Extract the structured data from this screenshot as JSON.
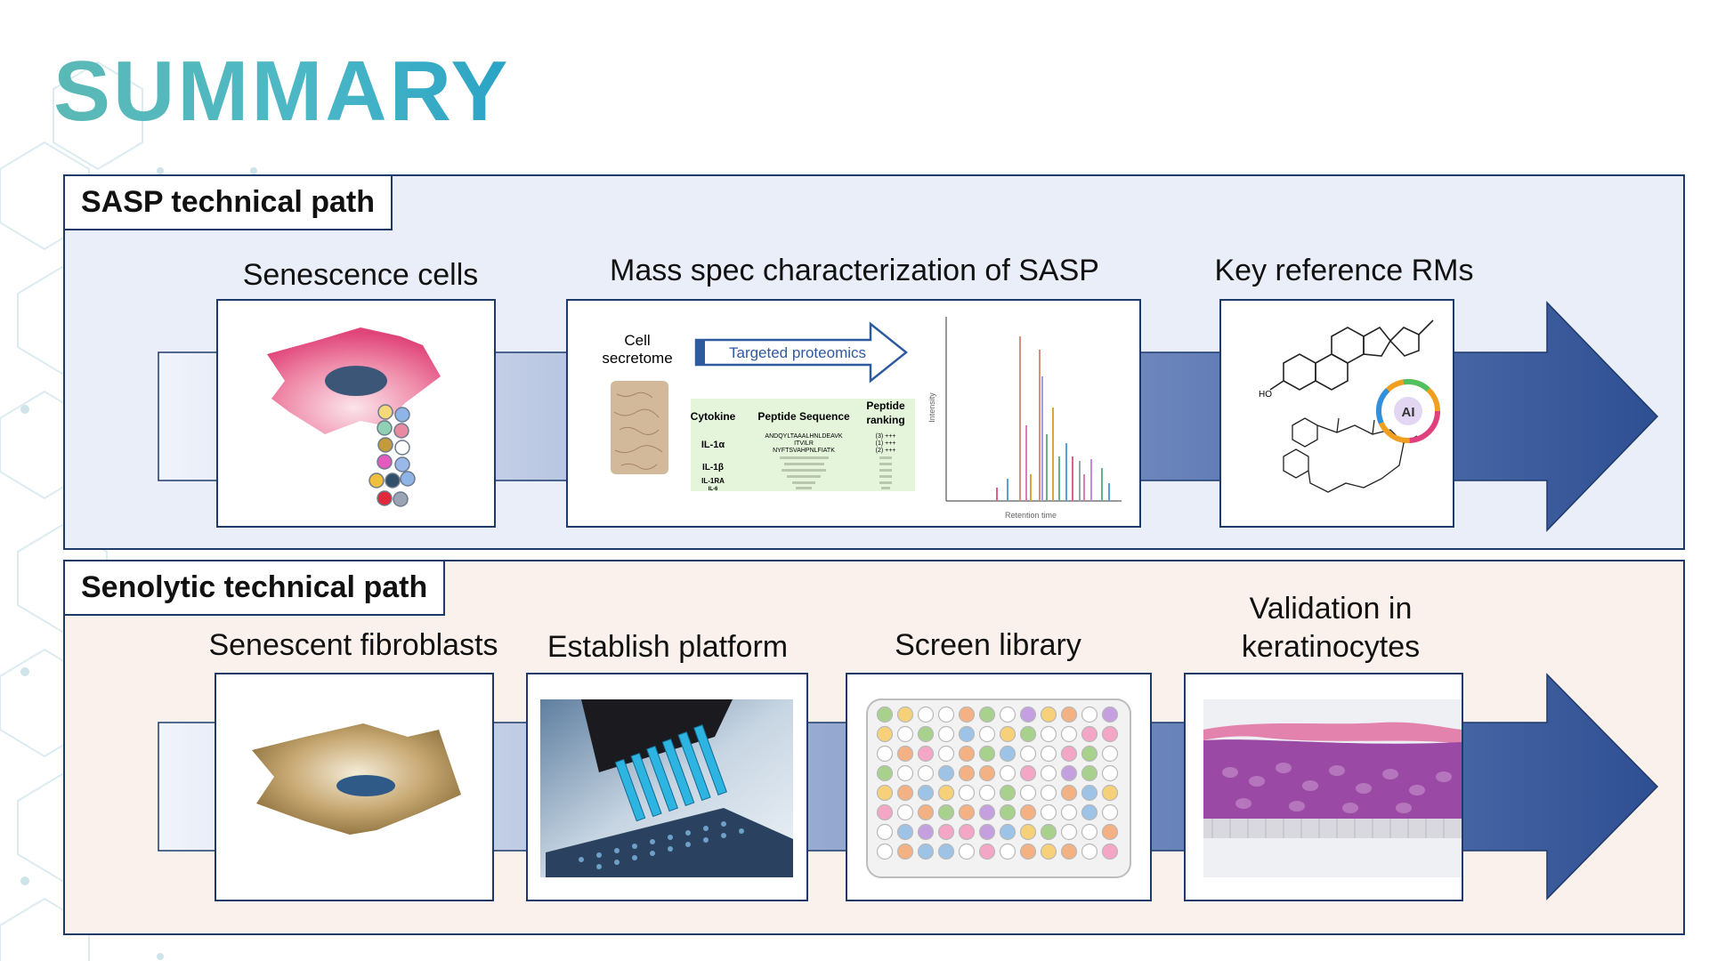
{
  "title": "SUMMARY",
  "sasp": {
    "panel_title": "SASP technical path",
    "stages": [
      {
        "label": "Senescence cells"
      },
      {
        "label": "Mass spec characterization of SASP"
      },
      {
        "label": "Key reference RMs"
      }
    ],
    "ms_figure": {
      "cell_label_1": "Cell",
      "cell_label_2": "secretome",
      "arrow_label": "Targeted proteomics",
      "table_headers": [
        "Cytokine",
        "Peptide Sequence",
        "Peptide",
        "ranking"
      ],
      "cytokines": [
        "IL-1α",
        "IL-1β",
        "IL-1RA",
        "IL-6"
      ],
      "sequences": [
        "ANDQYLTAAALHNLDEAVK",
        "ITVILR",
        "NYFTSVAHPNLFIATK"
      ],
      "rankings": [
        "(3) +++",
        "(1) +++",
        "(2) +++"
      ],
      "x_axis_label": "Retention time",
      "y_axis_label": "Intensity"
    },
    "ai_badge": "AI",
    "chem_label": "HO"
  },
  "senolytic": {
    "panel_title": "Senolytic technical path",
    "stages": [
      {
        "label": "Senescent fibroblasts"
      },
      {
        "label": "Establish platform"
      },
      {
        "label": "Screen library"
      },
      {
        "label_line1": "Validation in",
        "label_line2": "keratinocytes"
      }
    ]
  },
  "colors": {
    "panel_border": "#1d3a6b",
    "sasp_bg": "#e9eef9",
    "senolytic_bg": "#fbf1ec",
    "arrow_dark": "#2e4f92",
    "title_teal": "#4cb8c6"
  }
}
